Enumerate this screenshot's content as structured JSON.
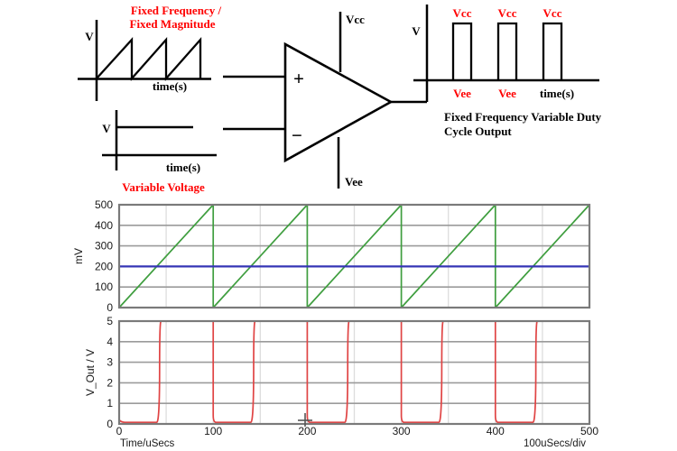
{
  "diagram": {
    "accent_red": "#ff0000",
    "input_ramp": {
      "title_line1": "Fixed Frequency /",
      "title_line2": "Fixed Magnitude",
      "v_label": "V",
      "time_label": "time(s)"
    },
    "input_dc": {
      "v_label": "V",
      "time_label": "time(s)",
      "caption": "Variable Voltage"
    },
    "opamp": {
      "plus_label": "+",
      "minus_label": "−",
      "vcc_label": "Vcc",
      "vee_label": "Vee"
    },
    "output_sketch": {
      "v_label": "V",
      "vcc_labels": [
        "Vcc",
        "Vcc",
        "Vcc"
      ],
      "vee_labels": [
        "Vee",
        "Vee"
      ],
      "time_label": "time(s)",
      "caption_line1": "Fixed Frequency Variable Duty",
      "caption_line2": "Cycle Output"
    }
  },
  "chart_style": {
    "h_grid": "#9b9b9b",
    "v_grid": "#dddddd",
    "border": "#7a7a7a",
    "tick_color": "#1a1a1a"
  },
  "chart_data": [
    {
      "type": "line",
      "ylabel": "mV",
      "ylim": [
        0,
        500
      ],
      "yticks": [
        0,
        100,
        200,
        300,
        400,
        500
      ],
      "x": {
        "min": 0,
        "max": 500,
        "grid_step": 50
      },
      "grid": true,
      "legend": false,
      "series": [
        {
          "name": "sawtooth-ramp",
          "shape": "sawtooth",
          "color": "#3f9e3f",
          "period": 100,
          "min": 0,
          "max": 500,
          "cycles": 5
        },
        {
          "name": "comparator-level",
          "shape": "constant",
          "color": "#3535b5",
          "value": 200
        }
      ]
    },
    {
      "type": "line",
      "ylabel": "V_Out / V",
      "xlabel": "Time/uSecs",
      "xdiv_label": "100uSecs/div",
      "ylim": [
        0,
        5
      ],
      "yticks": [
        0,
        1,
        2,
        3,
        4,
        5
      ],
      "xticks": [
        0,
        100,
        200,
        300,
        400,
        500
      ],
      "x": {
        "min": 0,
        "max": 500,
        "grid_step": 50
      },
      "grid": true,
      "legend": false,
      "series": [
        {
          "name": "v-out-square",
          "shape": "square",
          "color": "#e04444",
          "period": 100,
          "rise_at": 40,
          "low": 0.08,
          "high": 5,
          "start": 0.2,
          "cycles": 5
        }
      ]
    }
  ]
}
